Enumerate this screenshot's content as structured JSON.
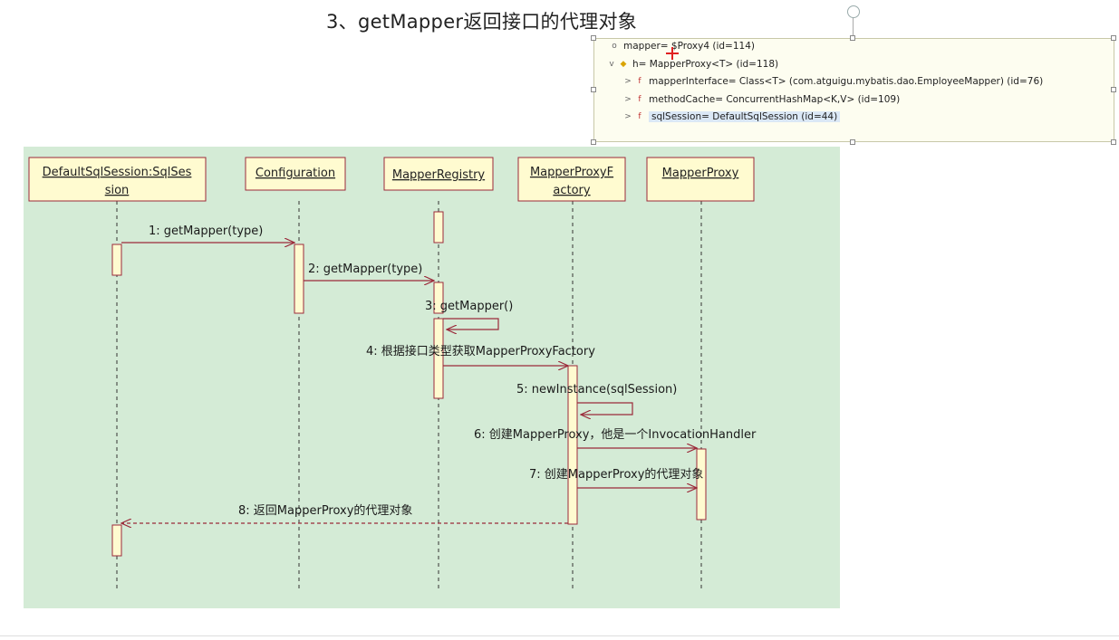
{
  "title": "3、getMapper返回接口的代理对象",
  "debug": {
    "rows": [
      {
        "twisty": "",
        "icon": "o",
        "text": "mapper= $Proxy4  (id=114)"
      },
      {
        "twisty": "v",
        "icon": "◆",
        "text": "h= MapperProxy<T>  (id=118)"
      },
      {
        "twisty": ">",
        "icon": "f",
        "text": "mapperInterface= Class<T> (com.atguigu.mybatis.dao.EmployeeMapper) (id=76)"
      },
      {
        "twisty": ">",
        "icon": "f",
        "text": "methodCache= ConcurrentHashMap<K,V>  (id=109)"
      },
      {
        "twisty": ">",
        "icon": "f",
        "text": "sqlSession= DefaultSqlSession  (id=44)"
      }
    ]
  },
  "diagram": {
    "lifelines": [
      {
        "line1": "DefaultSqlSession:SqlSes",
        "line2": "sion"
      },
      {
        "line1": "Configuration",
        "line2": ""
      },
      {
        "line1": "MapperRegistry",
        "line2": ""
      },
      {
        "line1": "MapperProxyF",
        "line2": "actory"
      },
      {
        "line1": "MapperProxy",
        "line2": ""
      }
    ],
    "messages": [
      "1: getMapper(type)",
      "2: getMapper(type)",
      "3: getMapper()",
      "4: 根据接口类型获取MapperProxyFactory",
      "5: newInstance(sqlSession)",
      "6: 创建MapperProxy，他是一个InvocationHandler",
      "7: 创建MapperProxy的代理对象",
      "8: 返回MapperProxy的代理对象"
    ]
  },
  "colors": {
    "diagram_bg": "#d4ebd6",
    "box_fill": "#fffbd0",
    "arrow": "#9b2a3a",
    "lifeline": "#333333"
  }
}
